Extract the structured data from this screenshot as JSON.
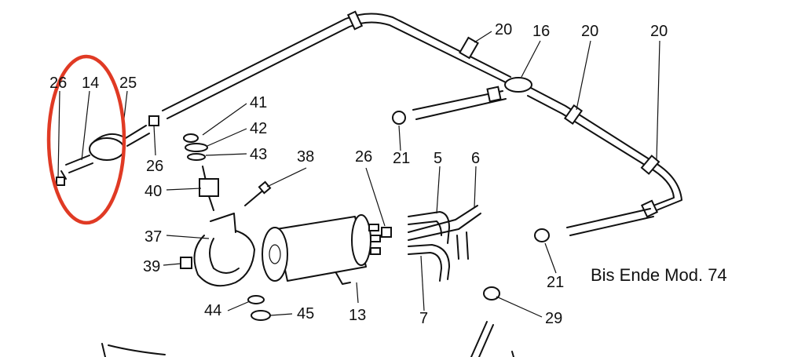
{
  "labels": {
    "l26a": "26",
    "l14": "14",
    "l25": "25",
    "l26b": "26",
    "l41": "41",
    "l42": "42",
    "l43": "43",
    "l40": "40",
    "l38": "38",
    "l37": "37",
    "l39": "39",
    "l44": "44",
    "l45": "45",
    "l13": "13",
    "l26c": "26",
    "l21a": "21",
    "l5": "5",
    "l6": "6",
    "l7": "7",
    "l29": "29",
    "l21b": "21",
    "l20a": "20",
    "l16": "16",
    "l20b": "20",
    "l20c": "20"
  },
  "note": "Bis Ende Mod. 74",
  "highlight_color": "#e03a24"
}
